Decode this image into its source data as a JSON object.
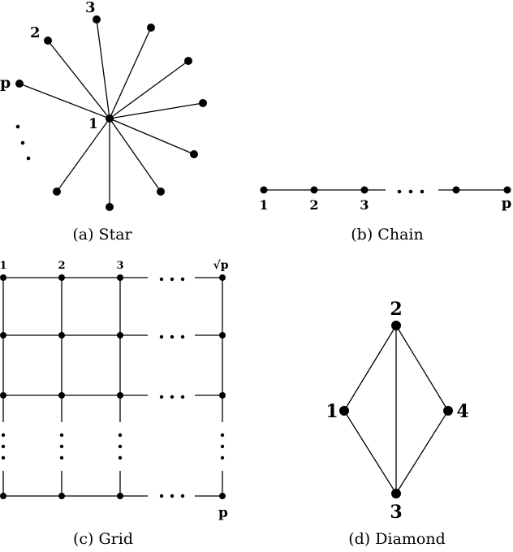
{
  "star": {
    "caption": "(a) Star",
    "center_label": "1",
    "labels": [
      "2",
      "3",
      "p"
    ]
  },
  "chain": {
    "caption": "(b) Chain",
    "labels": [
      "1",
      "2",
      "3",
      "p"
    ]
  },
  "grid": {
    "caption": "(c) Grid",
    "column_labels": [
      "1",
      "2",
      "3",
      "√p"
    ],
    "corner_label": "p"
  },
  "diamond": {
    "caption": "(d) Diamond",
    "labels": [
      "1",
      "2",
      "3",
      "4"
    ]
  }
}
